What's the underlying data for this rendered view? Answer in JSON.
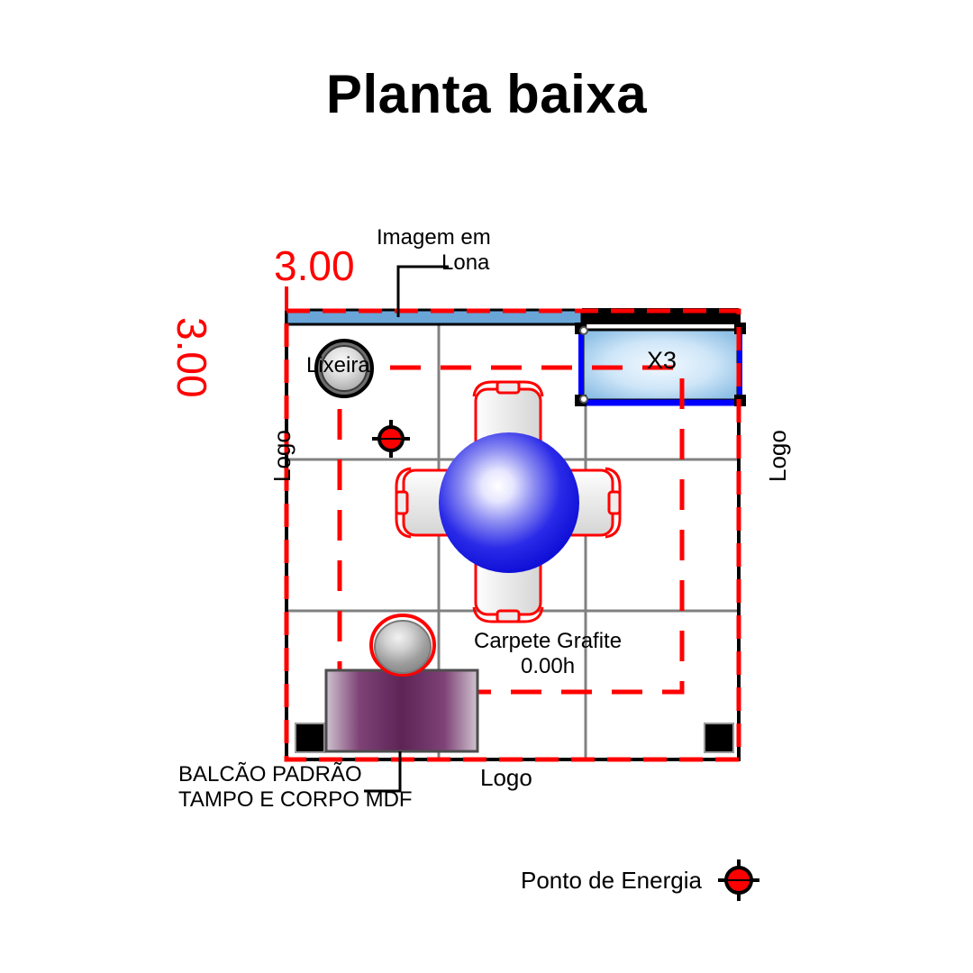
{
  "page": {
    "title": "Planta baixa",
    "background_color": "#ffffff"
  },
  "dimensions": {
    "top_label": "3.00",
    "left_label": "3.00",
    "unit_color": "#ff0000"
  },
  "plan": {
    "outline_color": "#ff0000",
    "wall_color": "#000000",
    "grid_color": "#808080",
    "banner_color": "#6aa5d8",
    "counter_color": "#6b2f63",
    "table_color": "#1a1aee",
    "chair_outline_color": "#ff0000",
    "panel_border_color": "#0000ff",
    "column_color": "#000000"
  },
  "annotations": {
    "banner": "Imagem em\nLona",
    "banner_line1": "Imagem em",
    "banner_line2": "Lona",
    "trash": "Lixeira",
    "panel_qty": "X3",
    "carpet_line1": "Carpete Grafite",
    "carpet_line2": "0.00h",
    "counter_line1": "BALCÃO PADRÃO",
    "counter_line2": "TAMPO E CORPO MDF",
    "logo_left": "Logo",
    "logo_right": "Logo",
    "logo_bottom": "Logo"
  },
  "legend": {
    "power_point_label": "Ponto de Energia",
    "power_point_icon": "power-point-crosshair-icon",
    "power_point_color": "#ff0000"
  }
}
